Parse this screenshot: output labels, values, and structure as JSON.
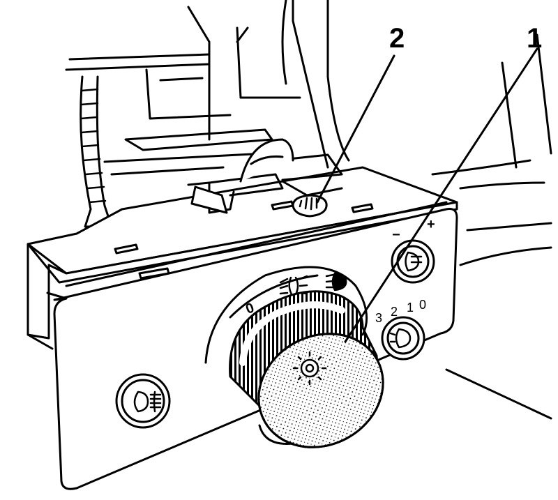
{
  "callouts": [
    {
      "id": "1",
      "label": "1"
    },
    {
      "id": "2",
      "label": "2"
    }
  ],
  "dial_marks": {
    "off": "0",
    "minus": "−",
    "plus": "+",
    "dimmer_3": "3",
    "dimmer_2": "2",
    "dimmer_1": "1",
    "dimmer_0": "0"
  },
  "icons": {
    "main_dial": "light-switch-icon",
    "fog_lamp": "fog-lamp-icon",
    "headlight_range": "headlight-range-icon",
    "instrument_dimmer": "dimmer-icon",
    "parking_light": "parking-light-icon",
    "low_beam": "low-beam-icon"
  },
  "colors": {
    "ink": "#000000",
    "paper": "#ffffff"
  }
}
